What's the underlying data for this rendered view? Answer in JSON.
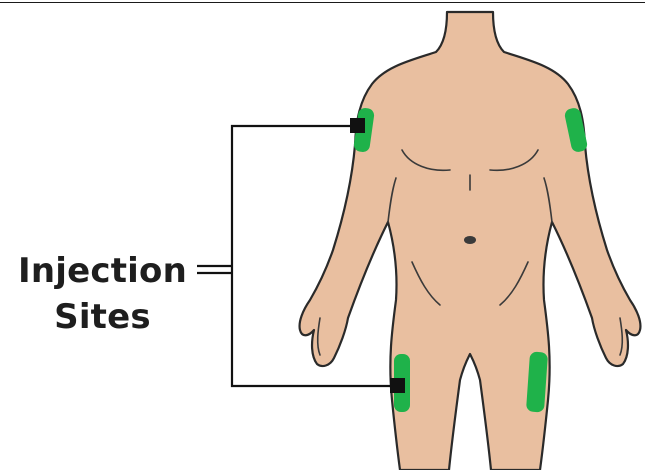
{
  "label": {
    "line1": "Injection",
    "line2": "Sites"
  },
  "colors": {
    "skin": "#e9bfa0",
    "outline": "#2a2a2a",
    "site": "#1fb24a",
    "pointer": "#111111"
  },
  "icons": [
    "body-figure",
    "injection-site-marker"
  ]
}
